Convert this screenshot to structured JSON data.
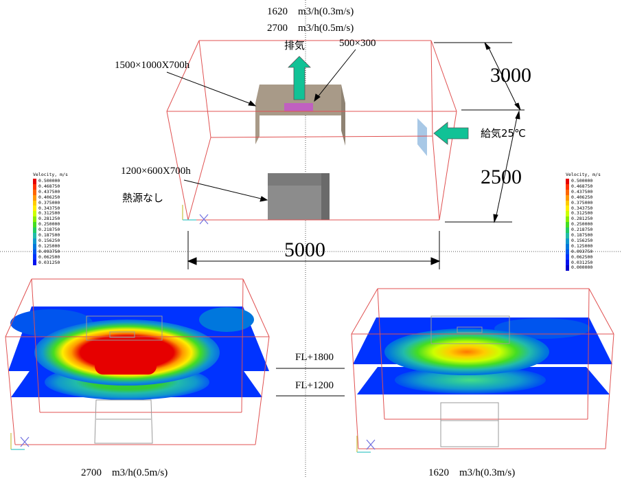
{
  "header": {
    "flow_1620": "1620　m3/h(0.3m/s)",
    "flow_2700": "2700　m3/h(0.5m/s)",
    "exhaust": "排気",
    "duct_size": "500×300",
    "hood_size": "1500×1000X700h",
    "supply": "給気25℃",
    "box_size": "1200×600X700h",
    "no_heat": "熱源なし",
    "dim_height_upper": "3000",
    "dim_height_lower": "2500",
    "dim_width": "5000"
  },
  "planes": {
    "fl1800": "FL+1800",
    "fl1200": "FL+1200"
  },
  "captions": {
    "left": "2700　m3/h(0.5m/s)",
    "right": "1620　m3/h(0.3m/s)"
  },
  "legend_left": {
    "title": "Velocity, m/s",
    "values": [
      "0.500000",
      "0.468750",
      "0.437500",
      "0.406250",
      "0.375000",
      "0.343750",
      "0.312500",
      "0.281250",
      "0.250000",
      "0.218750",
      "0.187500",
      "0.156250",
      "0.125000",
      "0.093750",
      "0.062500",
      "0.031250"
    ]
  },
  "legend_right": {
    "title": "Velocity, m/s",
    "values": [
      "0.500000",
      "0.468750",
      "0.437500",
      "0.406250",
      "0.375000",
      "0.343750",
      "0.312500",
      "0.281250",
      "0.250000",
      "0.218750",
      "0.187500",
      "0.156250",
      "0.125000",
      "0.093750",
      "0.062500",
      "0.031250",
      "0.000000"
    ]
  },
  "colors": {
    "scale": [
      "#e60000",
      "#ff3300",
      "#ff6600",
      "#ff9900",
      "#ffcc00",
      "#ffee00",
      "#ccff00",
      "#88ee00",
      "#44dd22",
      "#22cc66",
      "#22bbaa",
      "#1199cc",
      "#0077dd",
      "#0055ee",
      "#0033ff",
      "#0011ee",
      "#0000cc"
    ],
    "box_edge": "#e05050",
    "arrow": "#11c296",
    "hood": "#a89a88",
    "duct": "#c060c0",
    "box": "#7a7a7a"
  },
  "icons": [
    "up-arrow-icon",
    "left-arrow-icon",
    "axis-triad-icon"
  ]
}
